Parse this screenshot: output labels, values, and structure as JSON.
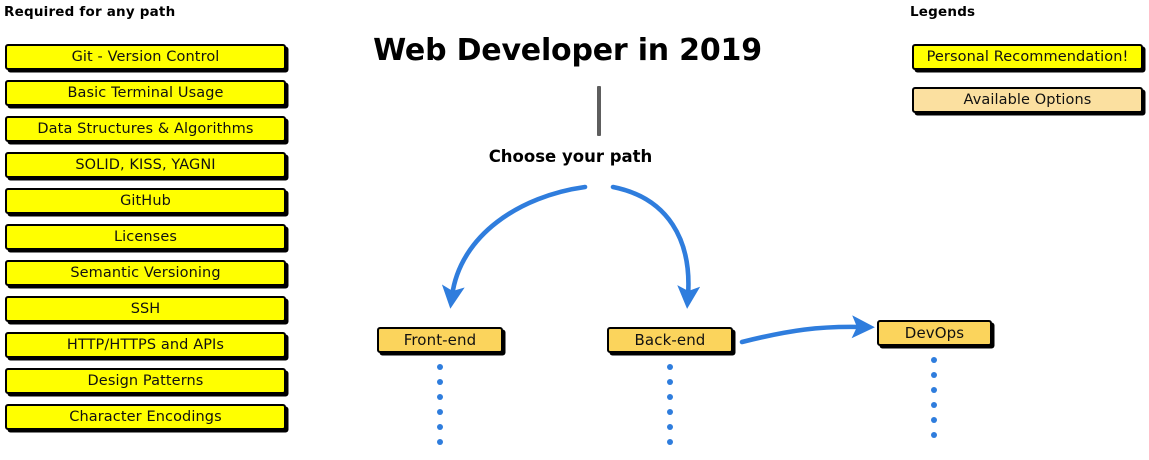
{
  "title": "Web Developer in 2019",
  "center": {
    "choose_label": "Choose your path",
    "trunk_color": "#5e5e5e",
    "arrow_color": "#2f7ddd"
  },
  "required": {
    "header": "Required for any path",
    "box_color": "#FFFF00",
    "items": [
      "Git - Version Control",
      "Basic Terminal Usage",
      "Data Structures & Algorithms",
      "SOLID, KISS, YAGNI",
      "GitHub",
      "Licenses",
      "Semantic Versioning",
      "SSH",
      "HTTP/HTTPS and APIs",
      "Design Patterns",
      "Character Encodings"
    ]
  },
  "paths": {
    "box_color": "#FBD45C",
    "items": [
      {
        "label": "Front-end",
        "dots": 6
      },
      {
        "label": "Back-end",
        "dots": 6
      },
      {
        "label": "DevOps",
        "dots": 6
      }
    ]
  },
  "legends": {
    "header": "Legends",
    "items": [
      {
        "label": "Personal Recommendation!",
        "color": "#FFFF00"
      },
      {
        "label": "Available Options",
        "color": "#FBE0A0"
      }
    ]
  }
}
